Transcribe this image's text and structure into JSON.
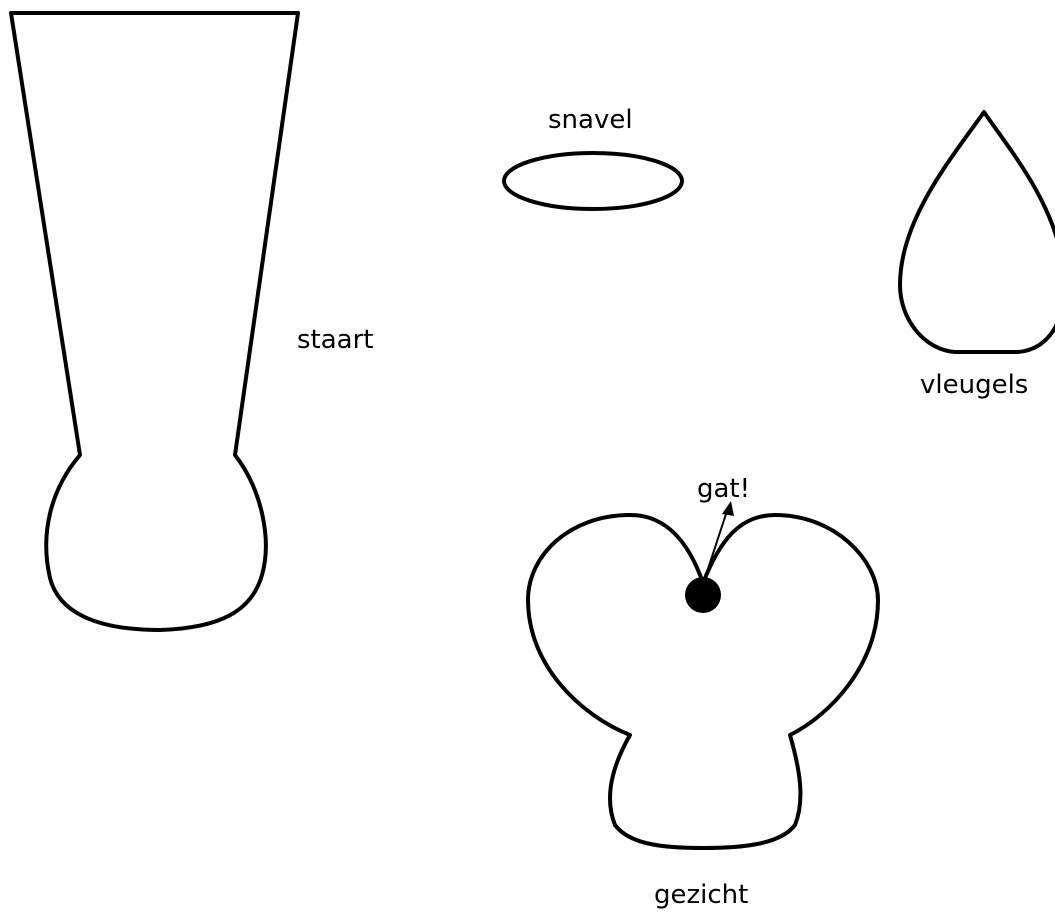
{
  "pieces": {
    "staart": {
      "label": "staart"
    },
    "snavel": {
      "label": "snavel"
    },
    "vleugels": {
      "label": "vleugels"
    },
    "gezicht": {
      "label": "gezicht",
      "hole_label": "gat!"
    }
  },
  "colors": {
    "outline": "#000000",
    "background": "#ffffff"
  }
}
